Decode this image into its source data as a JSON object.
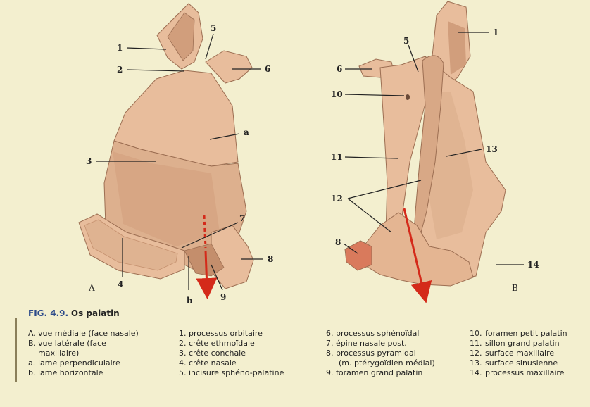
{
  "figure": {
    "number": "FIG. 4.9.",
    "title": "Os palatin"
  },
  "view_labels": {
    "a": "A",
    "b": "B"
  },
  "callouts_A": {
    "n1": "1",
    "n2": "2",
    "n3": "3",
    "n4": "4",
    "n5": "5",
    "n6": "6",
    "n7": "7",
    "n8": "8",
    "n9": "9",
    "a": "a",
    "b": "b"
  },
  "callouts_B": {
    "n1": "1",
    "n5": "5",
    "n6": "6",
    "n8": "8",
    "n10": "10",
    "n11": "11",
    "n12": "12",
    "n13": "13",
    "n14": "14"
  },
  "legend": {
    "col1": [
      {
        "key": "A.",
        "text": "vue médiale (face nasale)"
      },
      {
        "key": "B.",
        "text": "vue latérale (face"
      },
      {
        "key": "",
        "text": "maxillaire)"
      },
      {
        "key": "a.",
        "text": "lame perpendiculaire"
      },
      {
        "key": "b.",
        "text": "lame horizontale"
      }
    ],
    "col2": [
      {
        "key": "1.",
        "text": "processus orbitaire"
      },
      {
        "key": "2.",
        "text": "crête ethmoïdale"
      },
      {
        "key": "3.",
        "text": "crête conchale"
      },
      {
        "key": "4.",
        "text": "crête nasale"
      },
      {
        "key": "5.",
        "text": "incisure sphéno-palatine"
      }
    ],
    "col3": [
      {
        "key": "6.",
        "text": "processus sphénoïdal"
      },
      {
        "key": "7.",
        "text": "épine nasale post."
      },
      {
        "key": "8.",
        "text": "processus pyramidal"
      },
      {
        "key": "",
        "text": "(m. ptérygoïdien médial)"
      },
      {
        "key": "9.",
        "text": "foramen grand palatin"
      }
    ],
    "col4": [
      {
        "key": "10.",
        "text": "foramen petit palatin"
      },
      {
        "key": "11.",
        "text": "sillon grand palatin"
      },
      {
        "key": "12.",
        "text": "surface maxillaire"
      },
      {
        "key": "13.",
        "text": "surface sinusienne"
      },
      {
        "key": "14.",
        "text": "processus maxillaire"
      }
    ]
  },
  "colors": {
    "bone": "#e8bd9c",
    "bone_shade": "#d19e7c",
    "bone_dark": "#b98566",
    "arrow": "#d42a1a",
    "outline": "#9c6e52"
  }
}
